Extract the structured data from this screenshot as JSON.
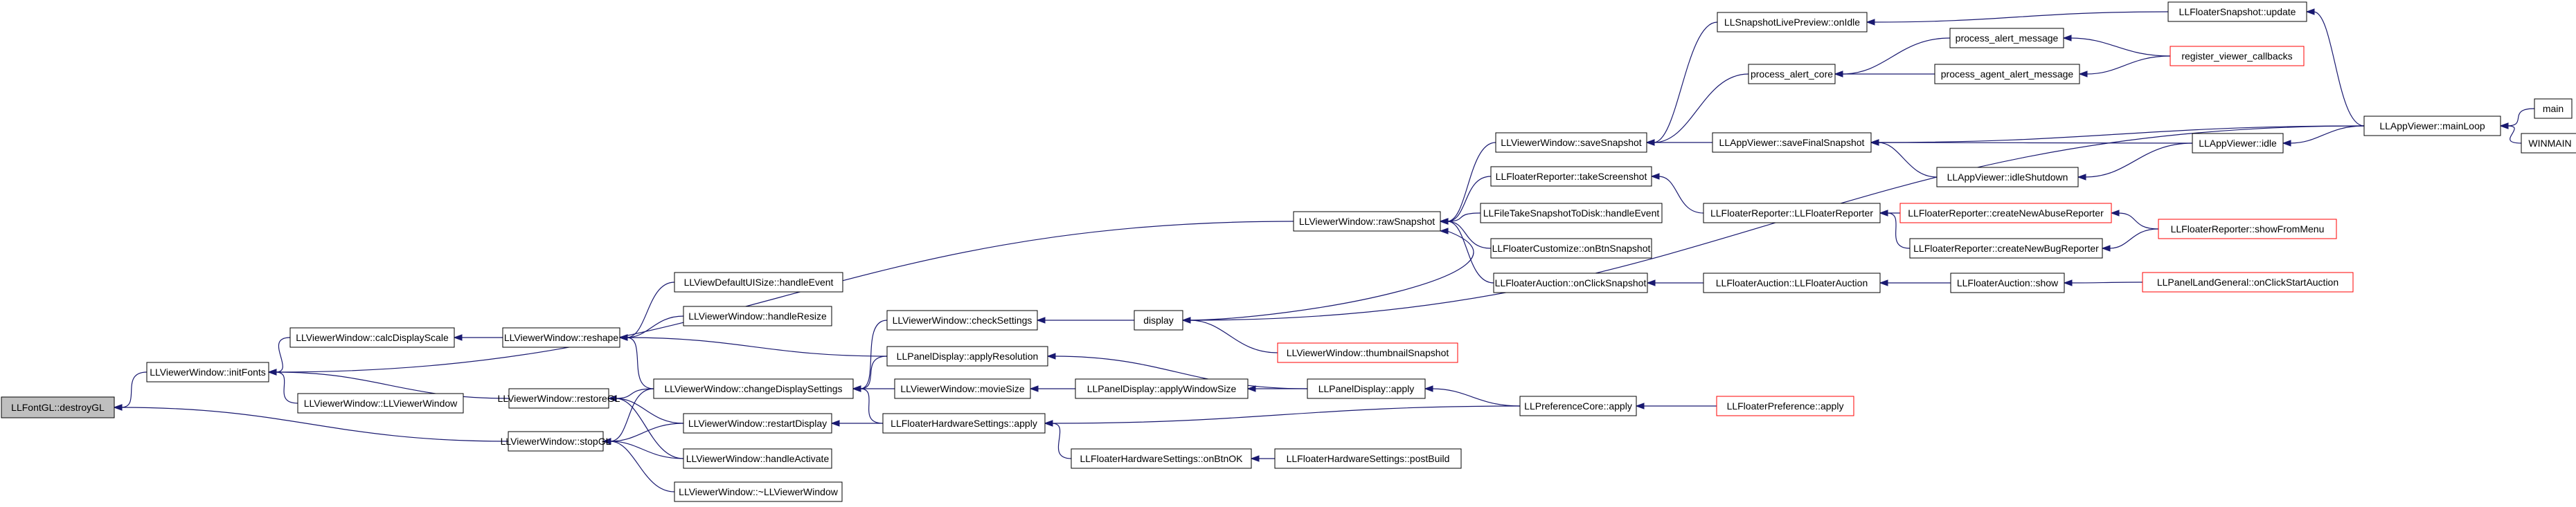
{
  "nodes": [
    {
      "id": "n0",
      "label": "LLFontGL::destroyGL",
      "style": "root"
    },
    {
      "id": "n1",
      "label": "LLViewerWindow::initFonts",
      "style": "normal"
    },
    {
      "id": "n2",
      "label": "LLViewerWindow::stopGL",
      "style": "normal"
    },
    {
      "id": "n3",
      "label": "LLViewerWindow::calcDisplayScale",
      "style": "normal"
    },
    {
      "id": "n4",
      "label": "LLViewerWindow::restoreGL",
      "style": "normal"
    },
    {
      "id": "n5",
      "label": "LLViewerWindow::LLViewerWindow",
      "style": "normal"
    },
    {
      "id": "n6",
      "label": "LLViewerWindow::rawSnapshot",
      "style": "normal"
    },
    {
      "id": "n7",
      "label": "LLViewerWindow::reshape",
      "style": "normal"
    },
    {
      "id": "n8",
      "label": "LLViewerWindow::changeDisplaySettings",
      "style": "normal"
    },
    {
      "id": "n9",
      "label": "LLViewerWindow::restartDisplay",
      "style": "normal"
    },
    {
      "id": "n10",
      "label": "LLViewerWindow::handleActivate",
      "style": "normal"
    },
    {
      "id": "n11",
      "label": "LLViewerWindow::~LLViewerWindow",
      "style": "normal"
    },
    {
      "id": "n12",
      "label": "LLViewDefaultUISize::handleEvent",
      "style": "normal"
    },
    {
      "id": "n13",
      "label": "LLViewerWindow::handleResize",
      "style": "normal"
    },
    {
      "id": "n14",
      "label": "LLViewerWindow::checkSettings",
      "style": "normal"
    },
    {
      "id": "n15",
      "label": "LLPanelDisplay::applyResolution",
      "style": "normal"
    },
    {
      "id": "n16",
      "label": "LLViewerWindow::movieSize",
      "style": "normal"
    },
    {
      "id": "n17",
      "label": "LLFloaterHardwareSettings::apply",
      "style": "normal"
    },
    {
      "id": "n18",
      "label": "LLPanelDisplay::applyWindowSize",
      "style": "normal"
    },
    {
      "id": "n19",
      "label": "LLPanelDisplay::apply",
      "style": "normal"
    },
    {
      "id": "n20",
      "label": "LLFloaterHardwareSettings::onBtnOK",
      "style": "normal"
    },
    {
      "id": "n21",
      "label": "LLFloaterHardwareSettings::postBuild",
      "style": "normal"
    },
    {
      "id": "n22",
      "label": "LLPreferenceCore::apply",
      "style": "normal"
    },
    {
      "id": "n23",
      "label": "LLFloaterPreference::apply",
      "style": "red"
    },
    {
      "id": "n24",
      "label": "display",
      "style": "normal"
    },
    {
      "id": "n25",
      "label": "LLViewerWindow::thumbnailSnapshot",
      "style": "red"
    },
    {
      "id": "n26",
      "label": "LLViewerWindow::saveSnapshot",
      "style": "normal"
    },
    {
      "id": "n27",
      "label": "LLFloaterReporter::takeScreenshot",
      "style": "normal"
    },
    {
      "id": "n28",
      "label": "LLFileTakeSnapshotToDisk::handleEvent",
      "style": "normal"
    },
    {
      "id": "n29",
      "label": "LLFloaterCustomize::onBtnSnapshot",
      "style": "normal"
    },
    {
      "id": "n30",
      "label": "LLFloaterAuction::onClickSnapshot",
      "style": "normal"
    },
    {
      "id": "n31",
      "label": "LLSnapshotLivePreview::onIdle",
      "style": "normal"
    },
    {
      "id": "n32",
      "label": "process_alert_core",
      "style": "normal"
    },
    {
      "id": "n33",
      "label": "LLAppViewer::saveFinalSnapshot",
      "style": "normal"
    },
    {
      "id": "n34",
      "label": "LLFloaterReporter::LLFloaterReporter",
      "style": "normal"
    },
    {
      "id": "n35",
      "label": "LLFloaterAuction::LLFloaterAuction",
      "style": "normal"
    },
    {
      "id": "n36",
      "label": "process_alert_message",
      "style": "normal"
    },
    {
      "id": "n37",
      "label": "process_agent_alert_message",
      "style": "normal"
    },
    {
      "id": "n38",
      "label": "LLAppViewer::idleShutdown",
      "style": "normal"
    },
    {
      "id": "n39",
      "label": "LLFloaterReporter::createNewAbuseReporter",
      "style": "red"
    },
    {
      "id": "n40",
      "label": "LLFloaterReporter::createNewBugReporter",
      "style": "normal"
    },
    {
      "id": "n41",
      "label": "LLFloaterAuction::show",
      "style": "normal"
    },
    {
      "id": "n42",
      "label": "LLFloaterSnapshot::update",
      "style": "normal"
    },
    {
      "id": "n43",
      "label": "register_viewer_callbacks",
      "style": "red"
    },
    {
      "id": "n44",
      "label": "LLAppViewer::idle",
      "style": "normal"
    },
    {
      "id": "n45",
      "label": "LLFloaterReporter::showFromMenu",
      "style": "red"
    },
    {
      "id": "n46",
      "label": "LLPanelLandGeneral::onClickStartAuction",
      "style": "red"
    },
    {
      "id": "n47",
      "label": "LLAppViewer::mainLoop",
      "style": "normal"
    },
    {
      "id": "n48",
      "label": "main",
      "style": "normal"
    },
    {
      "id": "n49",
      "label": "WINMAIN",
      "style": "normal"
    }
  ],
  "edges": [
    [
      "n1",
      "n0"
    ],
    [
      "n2",
      "n0"
    ],
    [
      "n3",
      "n1"
    ],
    [
      "n4",
      "n1"
    ],
    [
      "n5",
      "n1"
    ],
    [
      "n6",
      "n1"
    ],
    [
      "n8",
      "n2"
    ],
    [
      "n9",
      "n2"
    ],
    [
      "n10",
      "n2"
    ],
    [
      "n11",
      "n2"
    ],
    [
      "n7",
      "n3"
    ],
    [
      "n8",
      "n4"
    ],
    [
      "n9",
      "n4"
    ],
    [
      "n10",
      "n4"
    ],
    [
      "n26",
      "n6"
    ],
    [
      "n27",
      "n6"
    ],
    [
      "n28",
      "n6"
    ],
    [
      "n29",
      "n6"
    ],
    [
      "n30",
      "n6"
    ],
    [
      "n24",
      "n6"
    ],
    [
      "n12",
      "n7"
    ],
    [
      "n13",
      "n7"
    ],
    [
      "n8",
      "n7"
    ],
    [
      "n15",
      "n7"
    ],
    [
      "n14",
      "n8"
    ],
    [
      "n15",
      "n8"
    ],
    [
      "n16",
      "n8"
    ],
    [
      "n17",
      "n8"
    ],
    [
      "n17",
      "n9"
    ],
    [
      "n24",
      "n14"
    ],
    [
      "n19",
      "n15"
    ],
    [
      "n18",
      "n16"
    ],
    [
      "n22",
      "n17"
    ],
    [
      "n20",
      "n17"
    ],
    [
      "n19",
      "n18"
    ],
    [
      "n22",
      "n19"
    ],
    [
      "n21",
      "n20"
    ],
    [
      "n23",
      "n22"
    ],
    [
      "n25",
      "n24"
    ],
    [
      "n47",
      "n24"
    ],
    [
      "n31",
      "n26"
    ],
    [
      "n32",
      "n26"
    ],
    [
      "n33",
      "n26"
    ],
    [
      "n34",
      "n27"
    ],
    [
      "n35",
      "n30"
    ],
    [
      "n42",
      "n31"
    ],
    [
      "n36",
      "n32"
    ],
    [
      "n37",
      "n32"
    ],
    [
      "n47",
      "n33"
    ],
    [
      "n38",
      "n33"
    ],
    [
      "n44",
      "n33"
    ],
    [
      "n39",
      "n34"
    ],
    [
      "n40",
      "n34"
    ],
    [
      "n41",
      "n35"
    ],
    [
      "n43",
      "n36"
    ],
    [
      "n43",
      "n37"
    ],
    [
      "n44",
      "n38"
    ],
    [
      "n45",
      "n39"
    ],
    [
      "n45",
      "n40"
    ],
    [
      "n46",
      "n41"
    ],
    [
      "n47",
      "n42"
    ],
    [
      "n47",
      "n44"
    ],
    [
      "n48",
      "n47"
    ],
    [
      "n49",
      "n47"
    ]
  ],
  "colors": {
    "edge": "#191970",
    "node_border": "#000000",
    "node_border_highlight": "#ff0000",
    "root_fill": "#bfbfbf"
  }
}
